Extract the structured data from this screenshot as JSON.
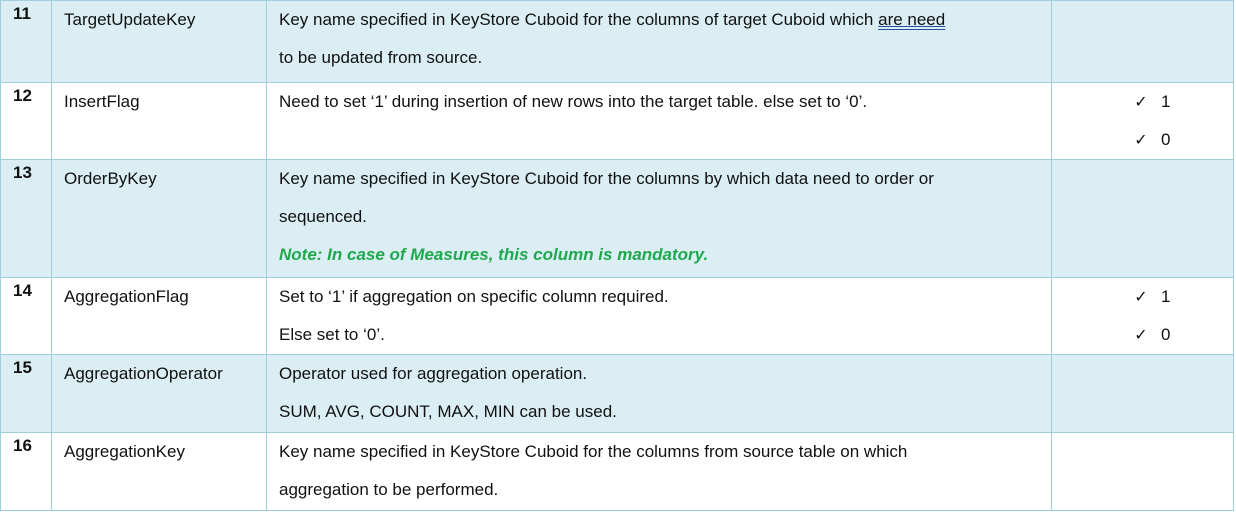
{
  "rows": [
    {
      "num": "11",
      "name": "TargetUpdateKey",
      "desc_before": "Key name specified in KeyStore Cuboid for the columns of target Cuboid which ",
      "desc_underlined": "are need",
      "desc_after": "to be updated from source.",
      "shaded": true
    },
    {
      "num": "12",
      "name": "InsertFlag",
      "desc": [
        "Need to set ‘1’ during insertion of new rows into the target table. else set to ‘0’."
      ],
      "values": [
        "1",
        "0"
      ],
      "shaded": false
    },
    {
      "num": "13",
      "name": "OrderByKey",
      "desc": [
        "Key name specified in KeyStore Cuboid for the columns by which data need to order or",
        "sequenced."
      ],
      "note": "Note: In case of Measures, this column is mandatory.",
      "shaded": true
    },
    {
      "num": "14",
      "name": "AggregationFlag",
      "desc": [
        "Set to ‘1’ if aggregation on specific column required.",
        "Else set to ‘0’."
      ],
      "values": [
        "1",
        "0"
      ],
      "shaded": false
    },
    {
      "num": "15",
      "name": "AggregationOperator",
      "desc": [
        "Operator used for aggregation operation.",
        "SUM, AVG, COUNT, MAX, MIN can be used."
      ],
      "shaded": true
    },
    {
      "num": "16",
      "name": "AggregationKey",
      "desc": [
        "Key name specified in KeyStore Cuboid for the columns from source table on which",
        "aggregation to be performed."
      ],
      "shaded": false
    }
  ],
  "icons": {
    "check": "checkmark-icon"
  },
  "colors": {
    "shaded_row": "#daeef3",
    "border": "#9fcfdd",
    "note": "#1fa84f"
  }
}
